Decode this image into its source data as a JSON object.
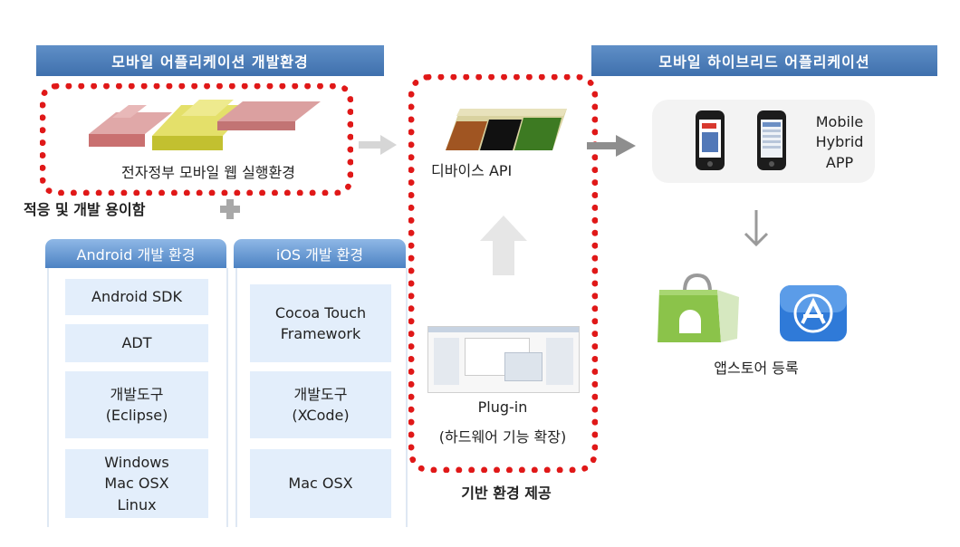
{
  "left_banner": "모바일  어플리케이션 개발환경",
  "right_banner": "모바일 하이브리드 어플리케이션",
  "egov_label": "전자정부 모바일 웹 실행환경",
  "adapt_label": "적응 및 개발 용이함",
  "device_api_label": "디바이스 API",
  "plugin_label": "Plug-in",
  "plugin_sub_label": "(하드웨어 기능 확장)",
  "base_env_label": "기반 환경 제공",
  "android_env": {
    "title": "Android 개발 환경",
    "items": [
      "Android SDK",
      "ADT",
      "개발도구\n(Eclipse)",
      "Windows\nMac OSX\nLinux"
    ]
  },
  "ios_env": {
    "title": "iOS 개발 환경",
    "items": [
      "Cocoa Touch\nFramework",
      "개발도구\n(XCode)",
      "Mac OSX"
    ]
  },
  "hybrid_app_label": "Mobile\nHybrid\nAPP",
  "app_store_label": "앱스토어 등록",
  "colors": {
    "banner": "#4a7bb8",
    "dashed_border": "#e01818",
    "cell_bg": "#e3eefb",
    "block_pink": "#d98a8a",
    "block_yellow": "#d8d84a"
  }
}
